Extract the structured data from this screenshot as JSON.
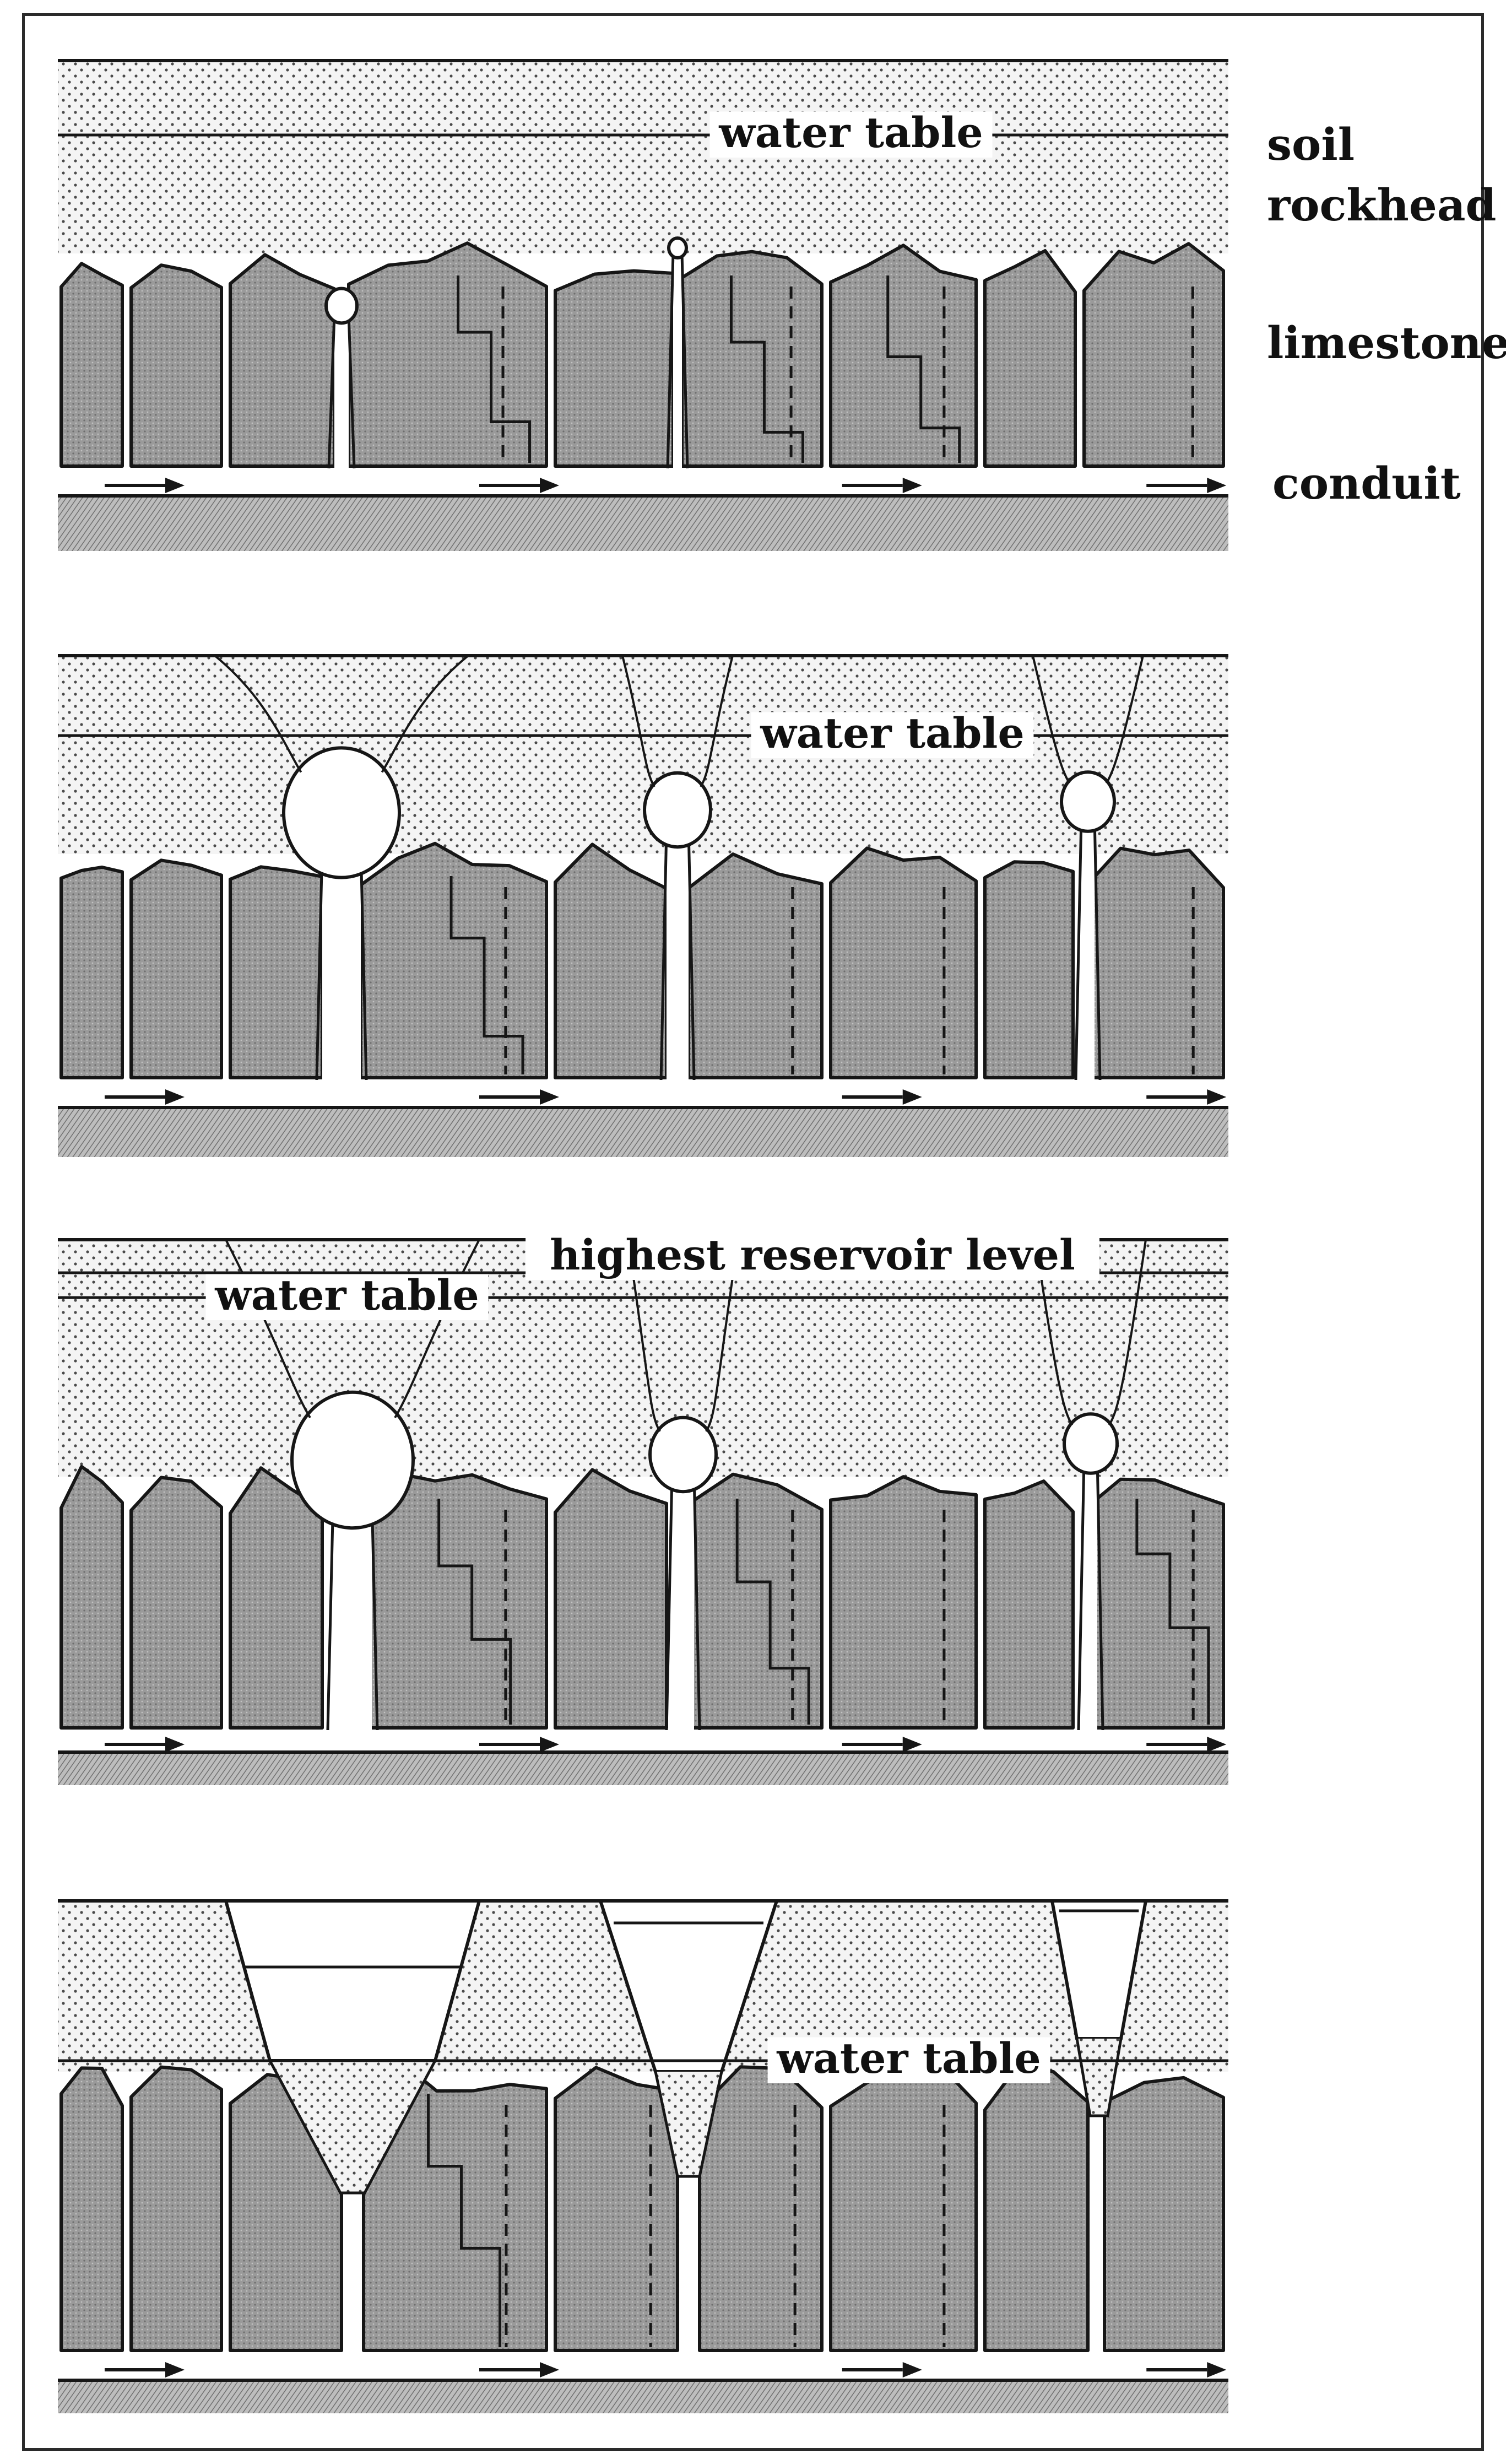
{
  "labels": {
    "water_table": "water table",
    "soil": "soil",
    "rockhead": "rockhead",
    "limestone": "limestone",
    "conduit": "conduit",
    "highest_reservoir_level": "highest reservoir level"
  },
  "colors": {
    "line": "#161616",
    "rock": "#9a9a9a",
    "soil_bg": "#f4f4f4",
    "soil_dot": "#4a4a4a",
    "bed_bg": "#bdbdbd",
    "cavity": "#ffffff",
    "frame": "#2a2a2a"
  }
}
